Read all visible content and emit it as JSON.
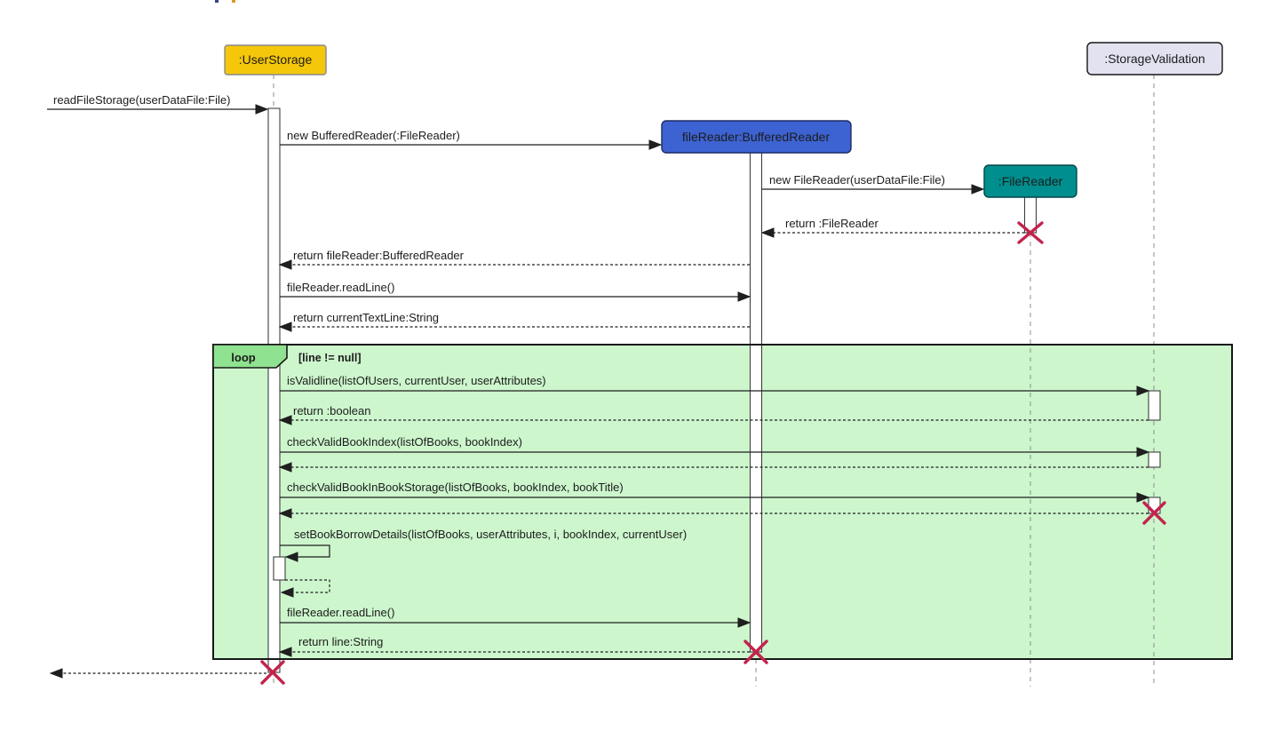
{
  "diagram_type": "uml-sequence-diagram",
  "participants": [
    {
      "label": ":UserStorage",
      "fill": "#F5C70A",
      "border": "#8A8A8A",
      "text_color": "#201A00"
    },
    {
      "label": "fileReader:BufferedReader",
      "fill": "#3D62D1",
      "border": "#1C2B66",
      "text_color": "#061033"
    },
    {
      "label": ":FileReader",
      "fill": "#008E8E",
      "border": "#074747",
      "text_color": "#032E2E"
    },
    {
      "label": ":StorageValidation",
      "fill": "#E2E2F0",
      "border": "#181818",
      "text_color": "#1A1A1A"
    }
  ],
  "loop": {
    "operator": "loop",
    "guard": "[line != null]",
    "header_fill": "#8FE28F",
    "body_fill": "#CDF6CD",
    "border": "#181818"
  },
  "messages": [
    {
      "label": "readFileStorage(userDataFile:File)",
      "kind": "sync"
    },
    {
      "label": "new BufferedReader(:FileReader)",
      "kind": "create"
    },
    {
      "label": "new FileReader(userDataFile:File)",
      "kind": "create"
    },
    {
      "label": "return :FileReader",
      "kind": "return"
    },
    {
      "label": "return fileReader:BufferedReader",
      "kind": "return"
    },
    {
      "label": "fileReader.readLine()",
      "kind": "sync"
    },
    {
      "label": "return currentTextLine:String",
      "kind": "return"
    },
    {
      "label": "isValidline(listOfUsers, currentUser, userAttributes)",
      "kind": "sync"
    },
    {
      "label": "return :boolean",
      "kind": "return"
    },
    {
      "label": "checkValidBookIndex(listOfBooks, bookIndex)",
      "kind": "sync"
    },
    {
      "label": "checkValidBookInBookStorage(listOfBooks, bookIndex, bookTitle)",
      "kind": "sync"
    },
    {
      "label": "setBookBorrowDetails(listOfBooks, userAttributes, i, bookIndex, currentUser)",
      "kind": "self"
    },
    {
      "label": "fileReader.readLine()",
      "kind": "sync"
    },
    {
      "label": "return line:String",
      "kind": "return"
    }
  ],
  "colors": {
    "destroy_x": "#C3234C",
    "arrow": "#1F1F1F",
    "lifeline": "#8C8C8C",
    "activation_fill": "#FFFFFF",
    "background": "#FFFFFF"
  }
}
